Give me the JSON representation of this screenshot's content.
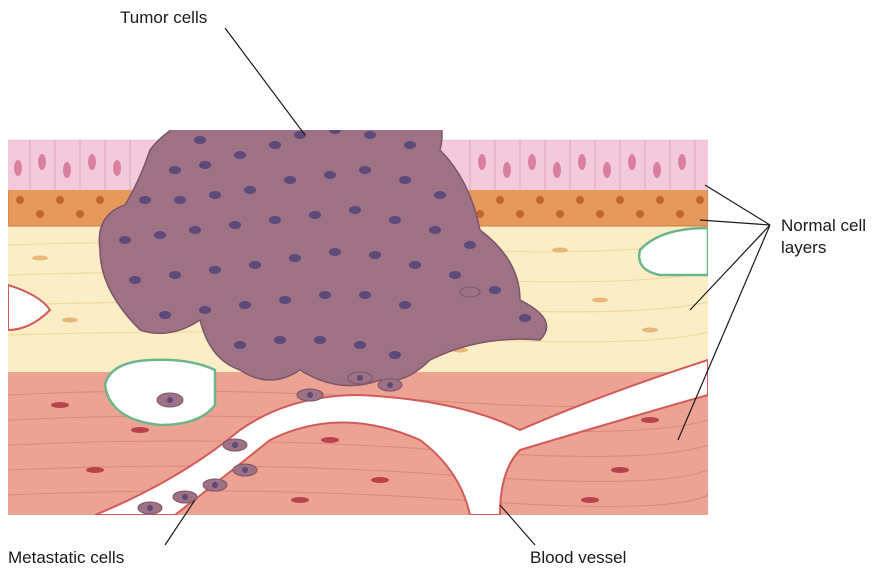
{
  "labels": {
    "tumor_cells": "Tumor cells",
    "normal_cell_layers_line1": "Normal cell",
    "normal_cell_layers_line2": "layers",
    "metastatic_cells": "Metastatic cells",
    "blood_vessel": "Blood vessel"
  },
  "colors": {
    "epithelium": "#f3c9dc",
    "epithelium_nucleus": "#d9809f",
    "cuboidal_layer": "#e59a5c",
    "cuboidal_nucleus": "#c2662e",
    "connective_tissue": "#fbeec7",
    "muscle": "#eca394",
    "muscle_nucleus": "#b9424d",
    "tumor": "#9e7185",
    "tumor_nucleus": "#5b4a7a",
    "vessel_wall": "#d25a5a",
    "lymph_wall": "#6db58a"
  }
}
